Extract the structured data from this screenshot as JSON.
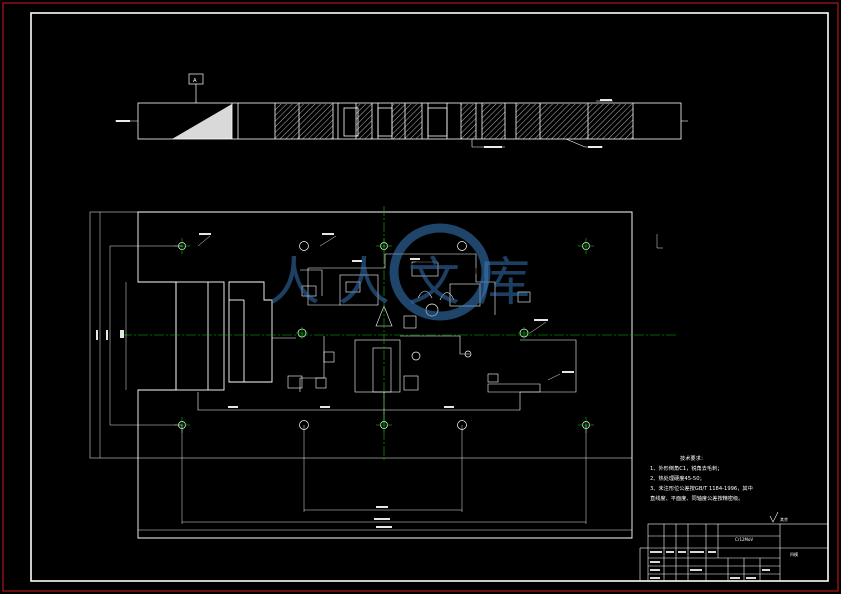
{
  "drawing": {
    "section_marker": "A",
    "tech_requirements": {
      "heading": "技术要求：",
      "lines": [
        "1、外形倒角C1，锐角去毛刺；",
        "2、热处理硬度45-50；",
        "3、未注形位公差按GB/T 1184-1996，其中",
        "直线度、平面度、同轴度公差按精密级。"
      ]
    },
    "title_block": {
      "material": "Cr12MoV",
      "part_name": "凹模"
    },
    "roughness_note": "其余",
    "watermark": "人人文库"
  },
  "colors": {
    "background": "#000000",
    "frame": "#d11b1b",
    "lines": "#ffffff",
    "centerline": "#00c000",
    "watermark": "#3a7fc4"
  }
}
